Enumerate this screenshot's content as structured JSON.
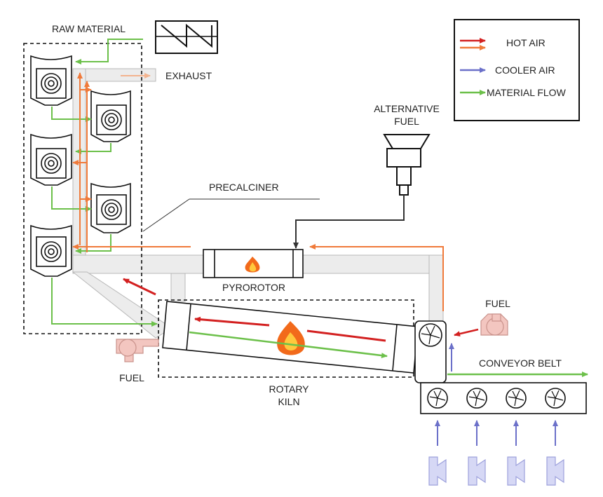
{
  "labels": {
    "raw_material": "RAW MATERIAL",
    "exhaust": "EXHAUST",
    "alternative_fuel_line1": "ALTERNATIVE",
    "alternative_fuel_line2": "FUEL",
    "precalciner": "PRECALCINER",
    "pyrorotor": "PYROROTOR",
    "rotary_kiln_line1": "ROTARY",
    "rotary_kiln_line2": "KILN",
    "fuel_left": "FUEL",
    "fuel_right": "FUEL",
    "conveyor_belt": "CONVEYOR BELT"
  },
  "legend": {
    "hot_air": "HOT AIR",
    "cooler_air": "COOLER AIR",
    "material_flow": "MATERIAL FLOW"
  },
  "colors": {
    "hot_air_red": "#d32020",
    "hot_air_orange": "#f07a3a",
    "cooler_air": "#6b70c9",
    "material_flow": "#6cc04a",
    "fan_fill": "#f3c6c0",
    "blower_fill": "#d6d8f5",
    "duct_fill": "#ececec"
  },
  "icons": {
    "burner_flame": "flame-icon",
    "cooler_fans": "fan-icon",
    "cyclones": "cyclone-icon",
    "mill": "zigzag-mill-icon"
  }
}
